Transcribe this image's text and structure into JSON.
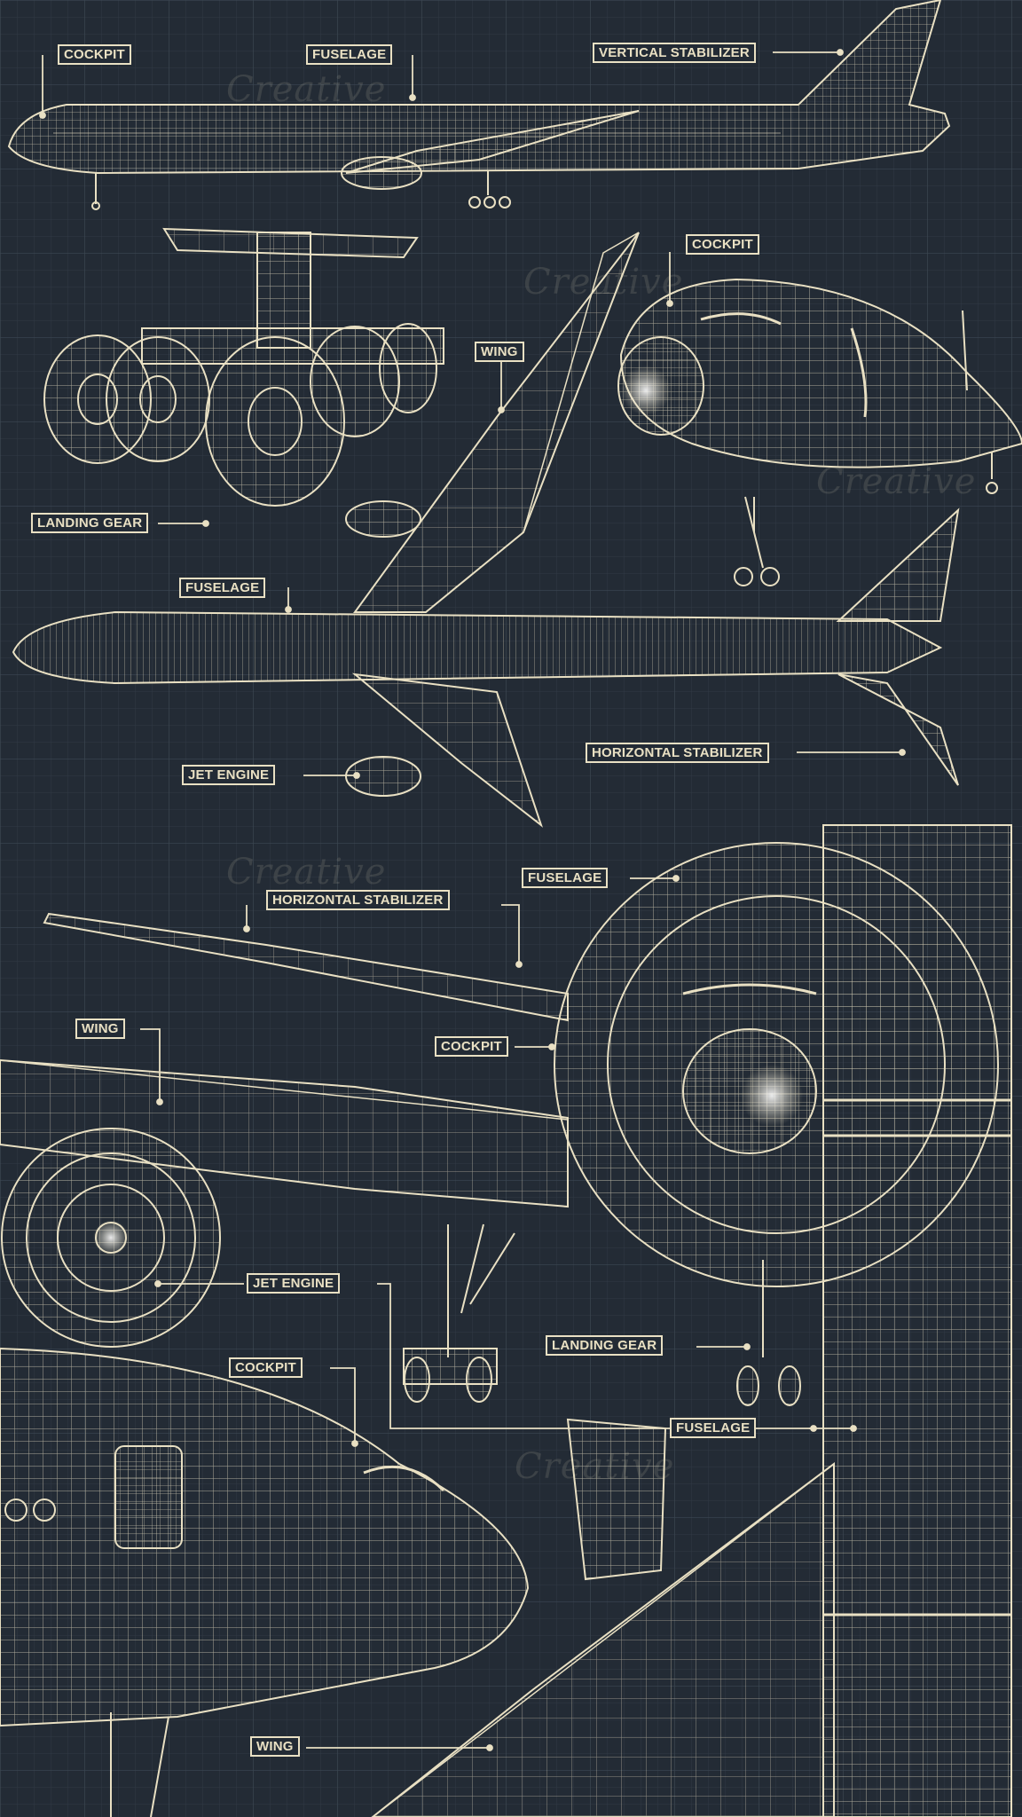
{
  "labels": {
    "cockpit_1": "COCKPIT",
    "fuselage_1": "FUSELAGE",
    "vertical_stabilizer": "VERTICAL STABILIZER",
    "cockpit_2": "COCKPIT",
    "wing_1": "WING",
    "landing_gear_1": "LANDING GEAR",
    "fuselage_2": "FUSELAGE",
    "jet_engine_1": "JET ENGINE",
    "horizontal_stabilizer_1": "HORIZONTAL STABILIZER",
    "fuselage_3": "FUSELAGE",
    "horizontal_stabilizer_2": "HORIZONTAL STABILIZER",
    "wing_2": "WING",
    "cockpit_3": "COCKPIT",
    "jet_engine_2": "JET ENGINE",
    "landing_gear_2": "LANDING GEAR",
    "cockpit_4": "COCKPIT",
    "fuselage_4": "FUSELAGE",
    "wing_3": "WING"
  },
  "watermark": "Creative",
  "colors": {
    "background": "#232b35",
    "ink": "#e9e0c3",
    "grid": "#36404b"
  }
}
